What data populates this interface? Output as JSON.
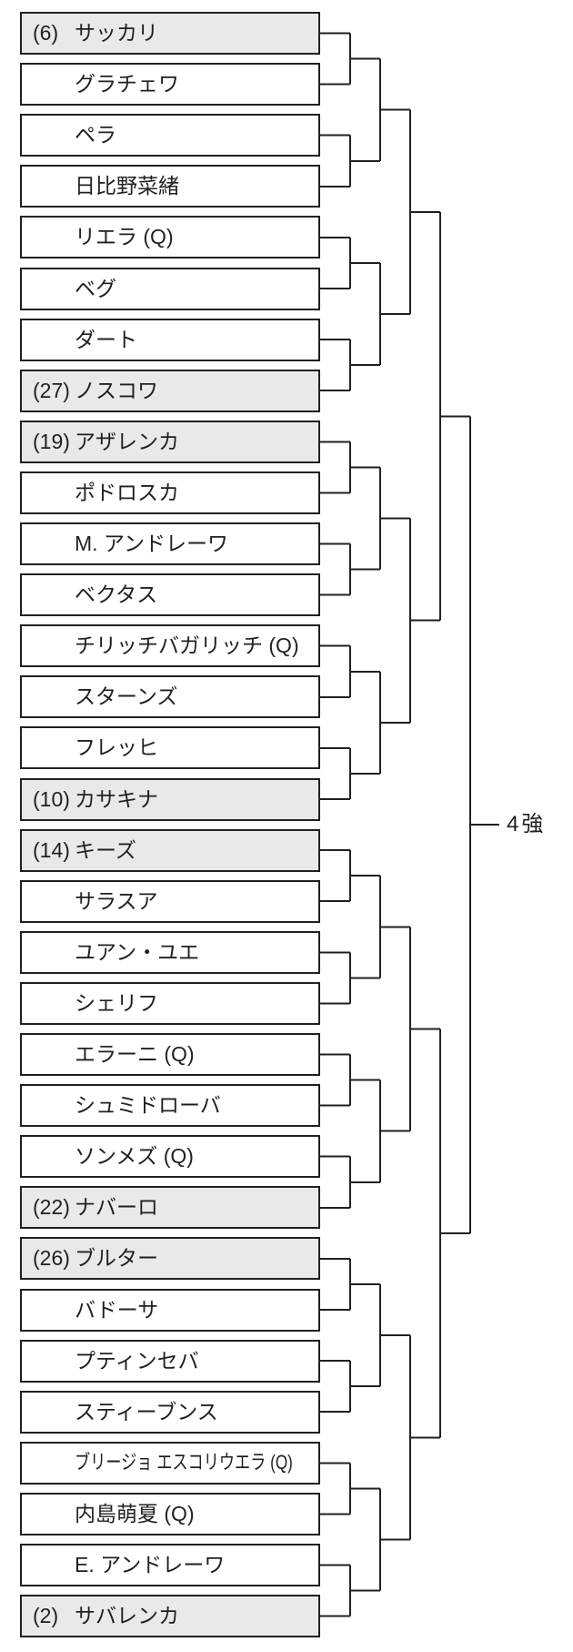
{
  "diagram": {
    "type": "tournament-bracket",
    "final_label": "4強",
    "players": [
      {
        "seed": "(6)",
        "name": "サッカリ",
        "shaded": true
      },
      {
        "seed": "",
        "name": "グラチェワ",
        "shaded": false
      },
      {
        "seed": "",
        "name": "ペラ",
        "shaded": false
      },
      {
        "seed": "",
        "name": "日比野菜緒",
        "shaded": false
      },
      {
        "seed": "",
        "name": "リエラ (Q)",
        "shaded": false
      },
      {
        "seed": "",
        "name": "ベグ",
        "shaded": false
      },
      {
        "seed": "",
        "name": "ダート",
        "shaded": false
      },
      {
        "seed": "(27)",
        "name": "ノスコワ",
        "shaded": true
      },
      {
        "seed": "(19)",
        "name": "アザレンカ",
        "shaded": true
      },
      {
        "seed": "",
        "name": "ポドロスカ",
        "shaded": false
      },
      {
        "seed": "",
        "name": "M. アンドレーワ",
        "shaded": false
      },
      {
        "seed": "",
        "name": "ベクタス",
        "shaded": false
      },
      {
        "seed": "",
        "name": "チリッチバガリッチ (Q)",
        "shaded": false
      },
      {
        "seed": "",
        "name": "スターンズ",
        "shaded": false
      },
      {
        "seed": "",
        "name": "フレッヒ",
        "shaded": false
      },
      {
        "seed": "(10)",
        "name": "カサキナ",
        "shaded": true
      },
      {
        "seed": "(14)",
        "name": "キーズ",
        "shaded": true
      },
      {
        "seed": "",
        "name": "サラスア",
        "shaded": false
      },
      {
        "seed": "",
        "name": "ユアン・ユエ",
        "shaded": false
      },
      {
        "seed": "",
        "name": "シェリフ",
        "shaded": false
      },
      {
        "seed": "",
        "name": "エラーニ (Q)",
        "shaded": false
      },
      {
        "seed": "",
        "name": "シュミドローバ",
        "shaded": false
      },
      {
        "seed": "",
        "name": "ソンメズ (Q)",
        "shaded": false
      },
      {
        "seed": "(22)",
        "name": "ナバーロ",
        "shaded": true
      },
      {
        "seed": "(26)",
        "name": "ブルター",
        "shaded": true
      },
      {
        "seed": "",
        "name": "バドーサ",
        "shaded": false
      },
      {
        "seed": "",
        "name": "プティンセバ",
        "shaded": false
      },
      {
        "seed": "",
        "name": "スティーブンス",
        "shaded": false
      },
      {
        "seed": "",
        "name": "ブリージョ エスコリウエラ (Q)",
        "shaded": false,
        "condensed": true
      },
      {
        "seed": "",
        "name": "内島萌夏 (Q)",
        "shaded": false
      },
      {
        "seed": "",
        "name": "E. アンドレーワ",
        "shaded": false
      },
      {
        "seed": "(2)",
        "name": "サバレンカ",
        "shaded": true
      }
    ]
  },
  "colors": {
    "background": "#ffffff",
    "box_fill": "#ffffff",
    "seeded_box_fill": "#e9e9e9",
    "box_border": "#231f20",
    "connector_line": "#231f20",
    "text": "#231f20"
  }
}
